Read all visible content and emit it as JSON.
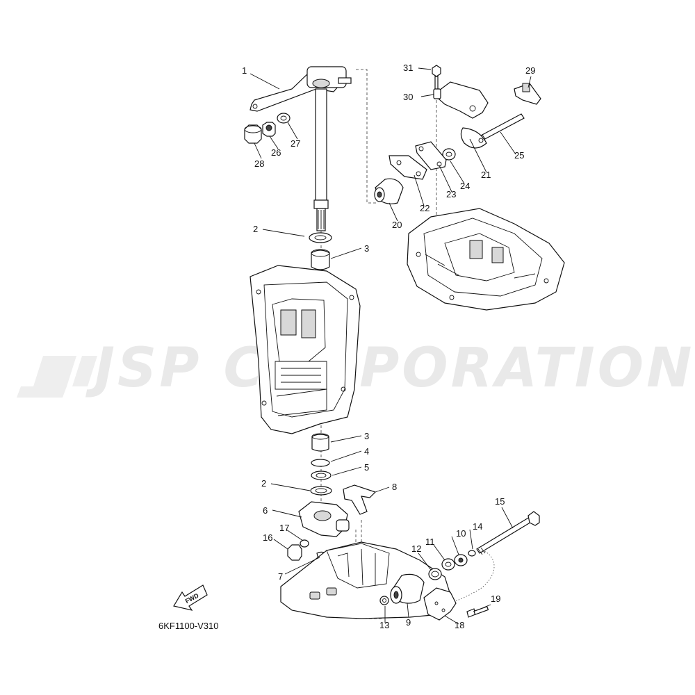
{
  "diagram_code": "6KF1100-V310",
  "fwd_label": "FWD",
  "watermark": {
    "text": "JSP CORPORATION",
    "color": "#e9e9e9"
  },
  "parts": [
    {
      "id": "p1",
      "label": "1"
    },
    {
      "id": "p2a",
      "label": "2"
    },
    {
      "id": "p3a",
      "label": "3"
    },
    {
      "id": "p3b",
      "label": "3"
    },
    {
      "id": "p4",
      "label": "4"
    },
    {
      "id": "p5",
      "label": "5"
    },
    {
      "id": "p2b",
      "label": "2"
    },
    {
      "id": "p8",
      "label": "8"
    },
    {
      "id": "p6",
      "label": "6"
    },
    {
      "id": "p17",
      "label": "17"
    },
    {
      "id": "p16",
      "label": "16"
    },
    {
      "id": "p7",
      "label": "7"
    },
    {
      "id": "p15",
      "label": "15"
    },
    {
      "id": "p14",
      "label": "14"
    },
    {
      "id": "p10",
      "label": "10"
    },
    {
      "id": "p11",
      "label": "11"
    },
    {
      "id": "p12",
      "label": "12"
    },
    {
      "id": "p19",
      "label": "19"
    },
    {
      "id": "p9",
      "label": "9"
    },
    {
      "id": "p13",
      "label": "13"
    },
    {
      "id": "p18",
      "label": "18"
    },
    {
      "id": "p20",
      "label": "20"
    },
    {
      "id": "p21",
      "label": "21"
    },
    {
      "id": "p22",
      "label": "22"
    },
    {
      "id": "p23",
      "label": "23"
    },
    {
      "id": "p24",
      "label": "24"
    },
    {
      "id": "p25",
      "label": "25"
    },
    {
      "id": "p26",
      "label": "26"
    },
    {
      "id": "p27",
      "label": "27"
    },
    {
      "id": "p28",
      "label": "28"
    },
    {
      "id": "p29",
      "label": "29"
    },
    {
      "id": "p30",
      "label": "30"
    },
    {
      "id": "p31",
      "label": "31"
    }
  ]
}
